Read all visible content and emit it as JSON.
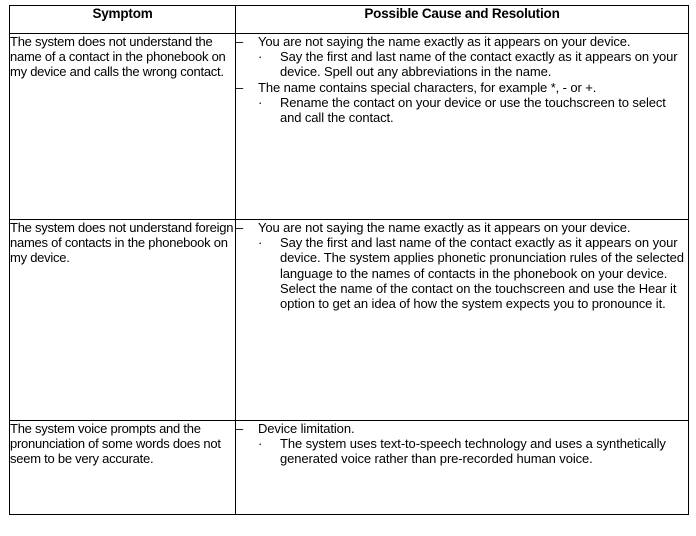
{
  "table": {
    "headers": {
      "symptom": "Symptom",
      "cause": "Possible Cause and Resolution"
    },
    "glyphs": {
      "dash": "–",
      "dot": "·"
    },
    "rows": [
      {
        "symptom": "The system does not understand the name of a contact in the phonebook on my device and calls the wrong contact.",
        "causes": [
          {
            "text": "You are not saying the name exactly as it appears on your device.",
            "subitems": [
              "Say the first and last name of the contact exactly as it appears on your device. Spell out any abbreviations in the name."
            ]
          },
          {
            "text": "The name contains special characters, for example *, - or +.",
            "subitems": [
              "Rename the contact on your device or use the touchscreen to select and call the contact."
            ]
          }
        ]
      },
      {
        "symptom": "The system does not understand foreign names of contacts in the phonebook on my device.",
        "causes": [
          {
            "text": "You are not saying the name exactly as it appears on your device.",
            "subitems": [
              "Say the first and last name of the contact exactly as it appears on your device. The system applies phonetic pronunciation rules of the selected language to the names of contacts in the phonebook on your device. Select the name of the contact on the touchscreen and use the Hear it option to get an idea of how the system expects you to pronounce it."
            ]
          }
        ]
      },
      {
        "symptom": "The system voice prompts and the pronunciation of some words does not seem to be very accurate.",
        "causes": [
          {
            "text": "Device limitation.",
            "subitems": [
              "The system uses text-to-speech technology and uses a synthetically generated voice rather than pre-recorded human voice."
            ]
          }
        ]
      }
    ]
  }
}
